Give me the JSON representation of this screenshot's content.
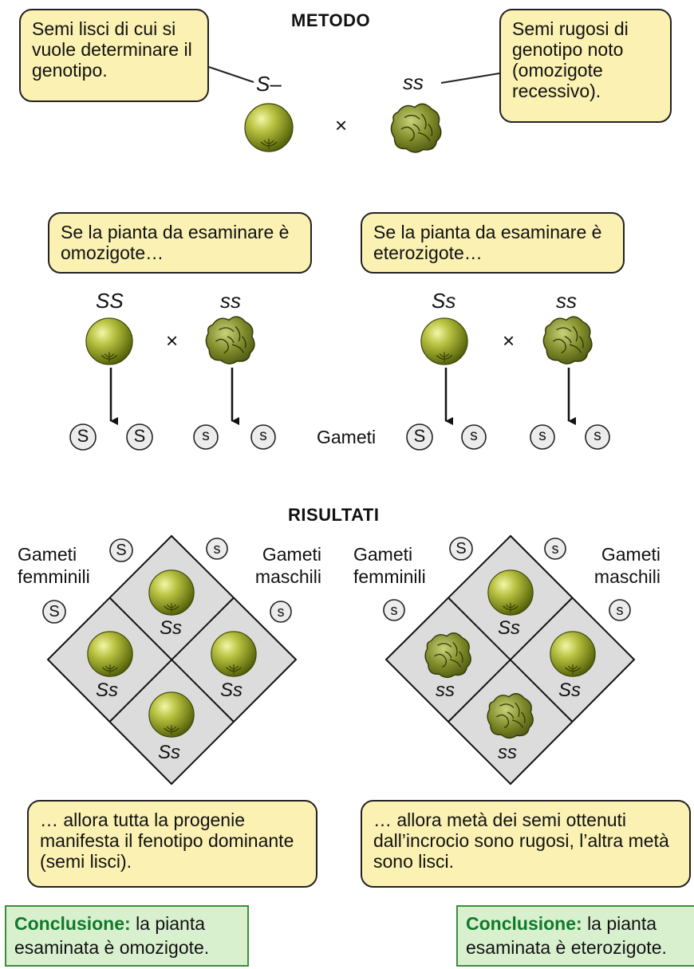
{
  "method": {
    "heading": "METODO",
    "left_note": "Semi lisci di cui si vuole determinare il genotipo.",
    "right_note": "Semi rugosi di genotipo noto (omozigote recessivo).",
    "left_genotype": "S–",
    "right_genotype": "ss",
    "cross": "×"
  },
  "hypotheses": {
    "homozygous": {
      "note": "Se la pianta da esaminare è omozigote…",
      "parent1": "SS",
      "parent2": "ss",
      "cross": "×",
      "gametes": [
        "S",
        "S",
        "s",
        "s"
      ]
    },
    "heterozygous": {
      "note": "Se la pianta da esaminare è eterozigote…",
      "parent1": "Ss",
      "parent2": "ss",
      "cross": "×",
      "gametes": [
        "S",
        "s",
        "s",
        "s"
      ]
    },
    "gametes_label": "Gameti"
  },
  "results": {
    "heading": "RISULTATI",
    "female_label": "Gameti femminili",
    "male_label": "Gameti maschili",
    "left_grid": {
      "female_gametes": [
        "S",
        "S"
      ],
      "male_gametes": [
        "s",
        "s"
      ],
      "cells": [
        {
          "genotype": "Ss",
          "seed": "smooth"
        },
        {
          "genotype": "Ss",
          "seed": "smooth"
        },
        {
          "genotype": "Ss",
          "seed": "smooth"
        },
        {
          "genotype": "Ss",
          "seed": "smooth"
        }
      ]
    },
    "right_grid": {
      "female_gametes": [
        "S",
        "s"
      ],
      "male_gametes": [
        "s",
        "s"
      ],
      "cells": [
        {
          "genotype": "Ss",
          "seed": "smooth"
        },
        {
          "genotype": "ss",
          "seed": "wrinkled"
        },
        {
          "genotype": "Ss",
          "seed": "smooth"
        },
        {
          "genotype": "ss",
          "seed": "wrinkled"
        }
      ]
    },
    "left_outcome": "… allora tutta la progenie manifesta il fenotipo dominante (semi lisci).",
    "right_outcome": "… allora metà dei semi ottenuti dall’incrocio sono rugosi, l’altra metà sono lisci."
  },
  "conclusions": {
    "keyword": "Conclusione:",
    "left_text": "la pianta esaminata è omozigote.",
    "right_text": "la pianta esaminata è eterozigote."
  }
}
